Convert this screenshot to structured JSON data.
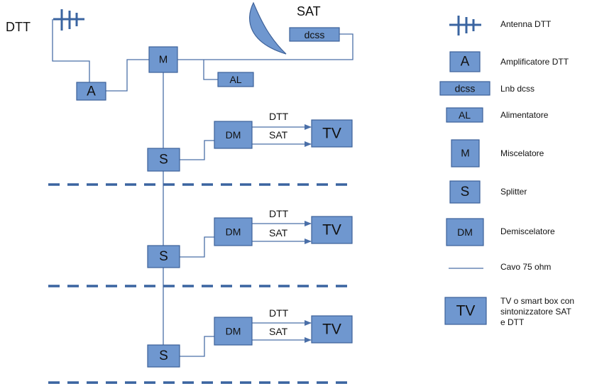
{
  "diagram": {
    "dtt_label": "DTT",
    "sat_label": "SAT",
    "amp": "A",
    "mixer": "M",
    "lnb": "dcss",
    "psu": "AL",
    "floors": [
      {
        "splitter": "S",
        "demux": "DM",
        "tv": "TV",
        "line_dtt": "DTT",
        "line_sat": "SAT"
      },
      {
        "splitter": "S",
        "demux": "DM",
        "tv": "TV",
        "line_dtt": "DTT",
        "line_sat": "SAT"
      },
      {
        "splitter": "S",
        "demux": "DM",
        "tv": "TV",
        "line_dtt": "DTT",
        "line_sat": "SAT"
      }
    ]
  },
  "legend": {
    "antenna": {
      "label": "Antenna DTT",
      "icon": "antenna-icon"
    },
    "amp": {
      "symbol": "A",
      "label": "Amplificatore DTT"
    },
    "lnb": {
      "symbol": "dcss",
      "label": "Lnb dcss"
    },
    "psu": {
      "symbol": "AL",
      "label": "Alimentatore"
    },
    "mixer": {
      "symbol": "M",
      "label": "Miscelatore"
    },
    "splitter": {
      "symbol": "S",
      "label": "Splitter"
    },
    "demux": {
      "symbol": "DM",
      "label": "Demiscelatore"
    },
    "cable": {
      "label": "Cavo 75 ohm"
    },
    "tv": {
      "symbol": "TV",
      "label_line1": "TV o smart box con",
      "label_line2": "sintonizzatore SAT",
      "label_line3": "e DTT"
    }
  },
  "colors": {
    "box_fill": "#6f97cf",
    "box_stroke": "#3d6199",
    "wire": "#4a6fa8",
    "separator": "#3a64a0"
  }
}
